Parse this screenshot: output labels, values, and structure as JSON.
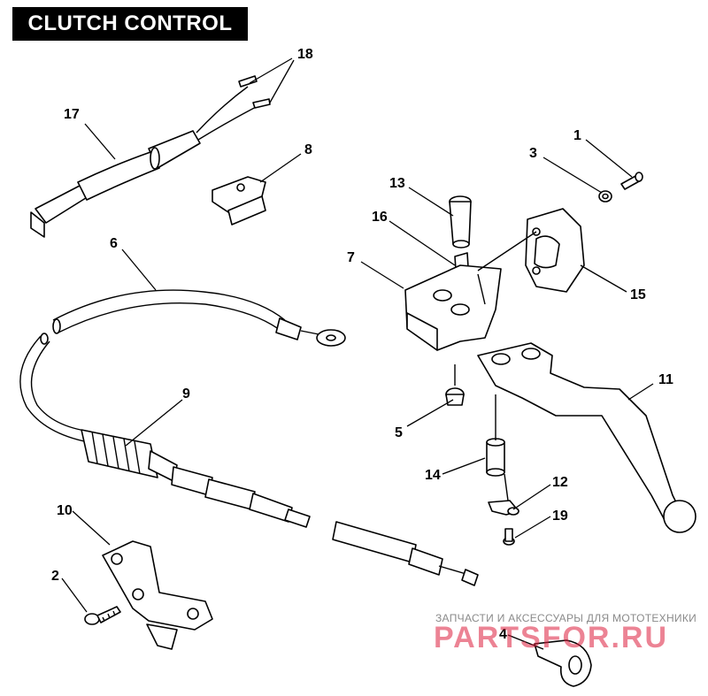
{
  "title": "CLUTCH CONTROL",
  "callouts": [
    {
      "id": "c18",
      "label": "18"
    },
    {
      "id": "c17",
      "label": "17"
    },
    {
      "id": "c8",
      "label": "8"
    },
    {
      "id": "c1",
      "label": "1"
    },
    {
      "id": "c3",
      "label": "3"
    },
    {
      "id": "c13",
      "label": "13"
    },
    {
      "id": "c16",
      "label": "16"
    },
    {
      "id": "c7",
      "label": "7"
    },
    {
      "id": "c15",
      "label": "15"
    },
    {
      "id": "c6",
      "label": "6"
    },
    {
      "id": "c11",
      "label": "11"
    },
    {
      "id": "c9",
      "label": "9"
    },
    {
      "id": "c5",
      "label": "5"
    },
    {
      "id": "c14",
      "label": "14"
    },
    {
      "id": "c12",
      "label": "12"
    },
    {
      "id": "c10",
      "label": "10"
    },
    {
      "id": "c19",
      "label": "19"
    },
    {
      "id": "c2",
      "label": "2"
    },
    {
      "id": "c4",
      "label": "4"
    }
  ],
  "watermark": {
    "line1": "ЗАПЧАСТИ И АКСЕССУАРЫ ДЛЯ МОТОТЕХНИКИ",
    "line2": "PARTSFOR.RU"
  }
}
